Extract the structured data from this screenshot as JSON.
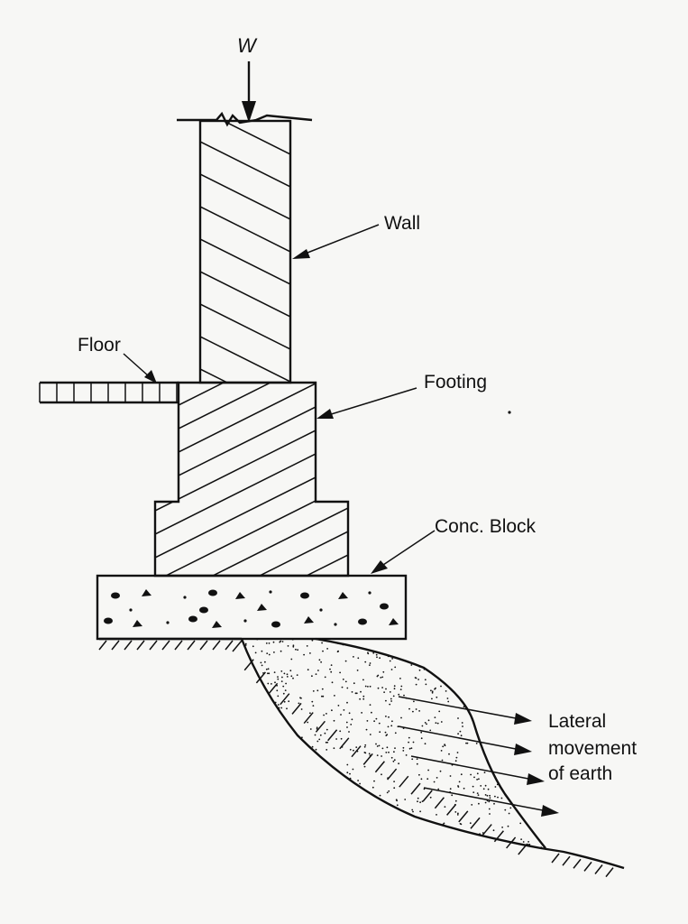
{
  "labels": {
    "load": "W",
    "wall": "Wall",
    "floor": "Floor",
    "footing": "Footing",
    "block": "Conc. Block",
    "lateral_1": "Lateral",
    "lateral_2": "movement",
    "lateral_3": "of earth"
  },
  "colors": {
    "ink": "#111111",
    "paper": "#f7f7f5"
  }
}
